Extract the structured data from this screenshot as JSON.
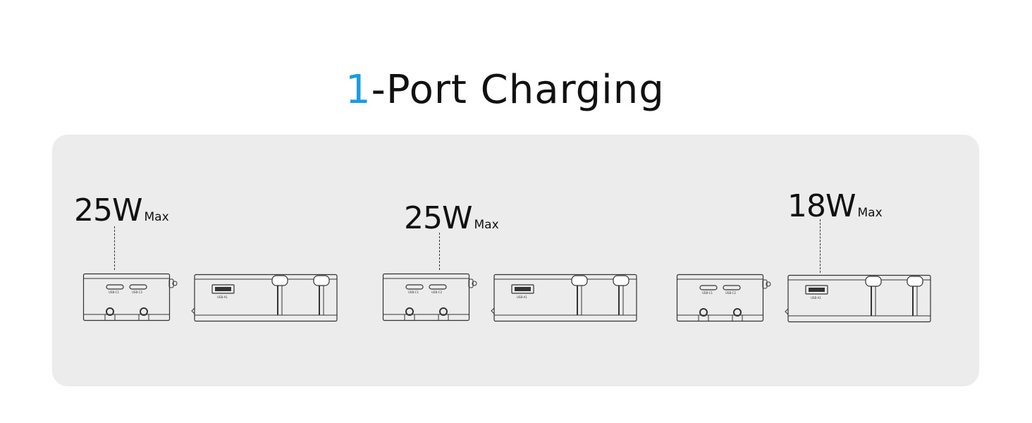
{
  "title": {
    "accent": "1",
    "rest": "-Port Charging"
  },
  "colors": {
    "accent": "#1a9be6",
    "panel": "#ececec",
    "text": "#111111"
  },
  "scenarios": [
    {
      "watts": "25W",
      "unit": "Max",
      "active_port": "USB-C1"
    },
    {
      "watts": "25W",
      "unit": "Max",
      "active_port": "USB-C2"
    },
    {
      "watts": "18W",
      "unit": "Max",
      "active_port": "USB-A1"
    }
  ],
  "ports": {
    "c1": "USB-C1",
    "c2": "USB-C2",
    "a1": "USB-A1"
  }
}
